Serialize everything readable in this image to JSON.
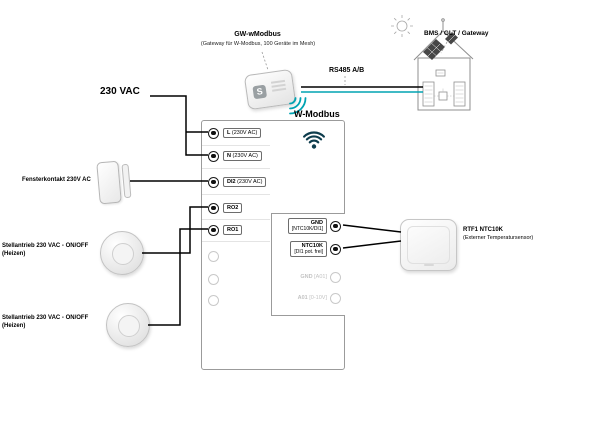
{
  "labels": {
    "vac": "230 VAC",
    "gateway_name": "GW-wModbus",
    "gateway_desc": "(Gateway für W-Modbus, 100 Geräte im Mesh)",
    "gateway_logo": "S",
    "rs485": "RS485 A/B",
    "bms": "BMS / GLT / Gateway",
    "wmodbus": "W-Modbus",
    "window_contact": "Fensterkontakt 230V AC",
    "actuator1_line1": "Stellantrieb 230 VAC - ON/OFF",
    "actuator1_line2": "(Heizen)",
    "actuator2_line1": "Stellantrieb 230 VAC - ON/OFF",
    "actuator2_line2": "(Heizen)",
    "sensor_line1": "RTF1 NTC10K",
    "sensor_line2": "(Externer Temperatursensor)"
  },
  "terminals": {
    "left": [
      {
        "name": "L",
        "desc": "(230V AC)"
      },
      {
        "name": "N",
        "desc": "(230V AC)"
      },
      {
        "name": "DI2",
        "desc": "(230V AC)"
      },
      {
        "name": "RO2",
        "desc": ""
      },
      {
        "name": "RO1",
        "desc": ""
      }
    ],
    "right_active": [
      {
        "name": "GND",
        "desc": "[NTC10K/DI1]"
      },
      {
        "name": "NTC10K",
        "desc": "[DI1 pot. frei]"
      }
    ],
    "right_inactive": [
      {
        "name": "GND",
        "desc": "[A01]"
      },
      {
        "name": "A01",
        "desc": "[0-10V]"
      }
    ]
  },
  "colors": {
    "wire": "#000000",
    "rs485_line_b": "#00a3b2",
    "wireless_arcs": "#00a3b2",
    "wifi_icon": "#0e3d4d",
    "solar_panel": "#474747",
    "inactive_terminal": "#c9c9c9"
  }
}
